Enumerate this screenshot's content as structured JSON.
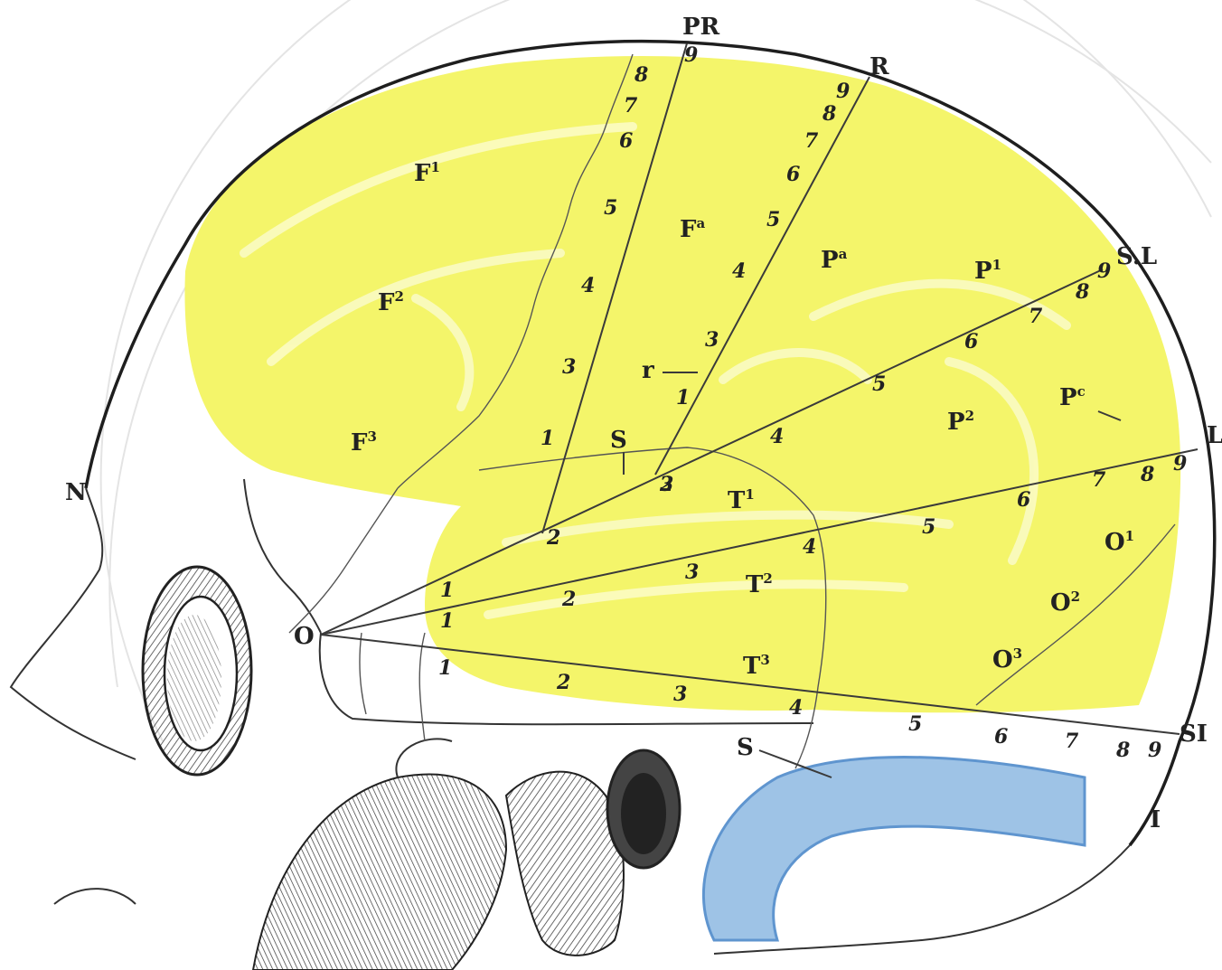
{
  "labels": {
    "landmarks": {
      "PR": "PR",
      "R": "R",
      "SL_upper": "S.L",
      "L_right": "L",
      "SI": "SI",
      "I": "I",
      "N": "N",
      "O": "O",
      "S_upper": "S",
      "S_lower": "S"
    },
    "regions": {
      "F1": {
        "base": "F",
        "sup": "1"
      },
      "F2": {
        "base": "F",
        "sup": "2"
      },
      "F3": {
        "base": "F",
        "sup": "3"
      },
      "Fa": {
        "base": "F",
        "sup": "a"
      },
      "Pa": {
        "base": "P",
        "sup": "a"
      },
      "P1": {
        "base": "P",
        "sup": "1"
      },
      "P2": {
        "base": "P",
        "sup": "2"
      },
      "Pc": {
        "base": "P",
        "sup": "c"
      },
      "T1": {
        "base": "T",
        "sup": "1"
      },
      "T2": {
        "base": "T",
        "sup": "2"
      },
      "T3": {
        "base": "T",
        "sup": "3"
      },
      "O1": {
        "base": "O",
        "sup": "1"
      },
      "O2": {
        "base": "O",
        "sup": "2"
      },
      "O3": {
        "base": "O",
        "sup": "3"
      },
      "r": "r"
    },
    "ray_PR": [
      "1",
      "2",
      "3",
      "4",
      "5",
      "6",
      "7",
      "8",
      "9"
    ],
    "ray_R": [
      "1",
      "2",
      "3",
      "4",
      "5",
      "6",
      "7",
      "8",
      "9"
    ],
    "ray_SL": [
      "1",
      "2",
      "3",
      "4",
      "5",
      "6",
      "7",
      "8",
      "9"
    ],
    "ray_L": [
      "1",
      "2",
      "3",
      "4",
      "5",
      "6",
      "7",
      "8",
      "9"
    ],
    "ray_SI": [
      "1",
      "2",
      "3",
      "4",
      "5",
      "6",
      "7",
      "8",
      "9"
    ]
  },
  "colors": {
    "brain": "#f4f56a",
    "brain_light": "#f7f8a6",
    "ventricle": "#9ec3e6",
    "ventricle_edge": "#5f95cf",
    "skull_line": "#1e1e1e",
    "shading": "#4a4a4a"
  }
}
